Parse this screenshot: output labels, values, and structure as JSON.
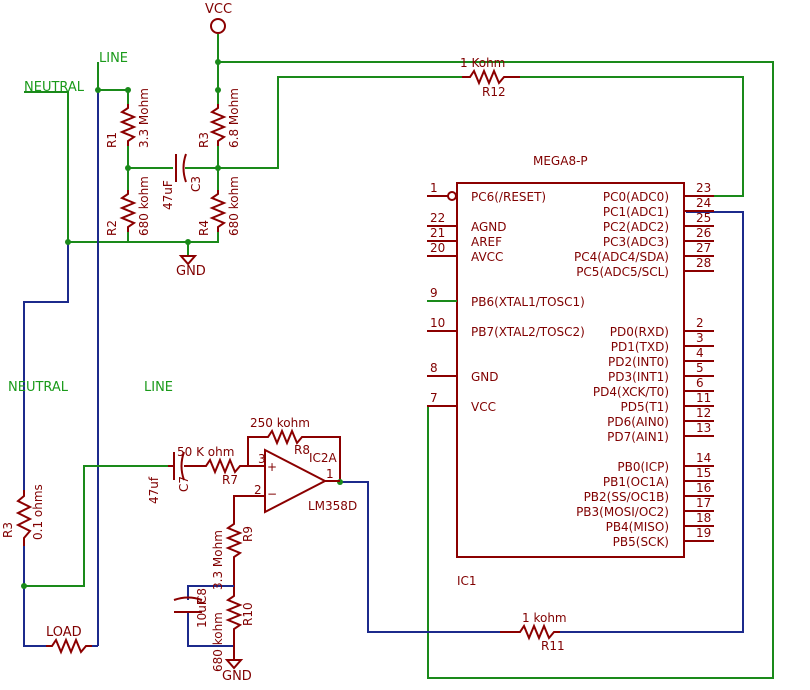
{
  "supply": {
    "vcc": "VCC",
    "gnd": "GND"
  },
  "mains_labels": {
    "line_top": "LINE",
    "neutral_top": "NEUTRAL",
    "neutral_bottom": "NEUTRAL",
    "line_bottom": "LINE",
    "load": "LOAD"
  },
  "resistors": {
    "r1": {
      "ref": "R1",
      "value": "3.3 Mohm"
    },
    "r2": {
      "ref": "R2",
      "value": "680 kohm"
    },
    "r3a": {
      "ref": "R3",
      "value": "6.8 Mohm"
    },
    "r4": {
      "ref": "R4",
      "value": "680 kohm"
    },
    "r3b": {
      "ref": "R3",
      "value": "0.1 ohms"
    },
    "r12": {
      "ref": "R12",
      "value": "1 Kohm"
    },
    "r11": {
      "ref": "R11",
      "value": "1 kohm"
    },
    "r7": {
      "ref": "R7",
      "value": "50 K ohm"
    },
    "r8": {
      "ref": "R8",
      "value": "250 kohm"
    },
    "r9": {
      "ref": "R9",
      "value": "3.3 Mohm"
    },
    "r10": {
      "ref": "R10",
      "value": "680 kohm"
    }
  },
  "capacitors": {
    "c3": {
      "ref": "C3",
      "value": "47uF"
    },
    "c7": {
      "ref": "C7",
      "value": "47uf"
    },
    "c8": {
      "ref": "C8",
      "value": "10uF"
    }
  },
  "opamp": {
    "ref": "IC2A",
    "part": "LM358D",
    "pins": {
      "in_plus": "3",
      "in_minus": "2",
      "out": "1"
    },
    "plus": "+",
    "minus": "−"
  },
  "mcu": {
    "part": "MEGA8-P",
    "ref": "IC1",
    "left_pins": [
      {
        "num": "1",
        "name": "PC6(/RESET)"
      },
      {
        "num": "22",
        "name": "AGND"
      },
      {
        "num": "21",
        "name": "AREF"
      },
      {
        "num": "20",
        "name": "AVCC"
      },
      {
        "num": "9",
        "name": "PB6(XTAL1/TOSC1)"
      },
      {
        "num": "10",
        "name": "PB7(XTAL2/TOSC2)"
      },
      {
        "num": "8",
        "name": "GND"
      },
      {
        "num": "7",
        "name": "VCC"
      }
    ],
    "right_pins": [
      {
        "num": "23",
        "name": "PC0(ADC0)"
      },
      {
        "num": "24",
        "name": "PC1(ADC1)"
      },
      {
        "num": "25",
        "name": "PC2(ADC2)"
      },
      {
        "num": "26",
        "name": "PC3(ADC3)"
      },
      {
        "num": "27",
        "name": "PC4(ADC4/SDA)"
      },
      {
        "num": "28",
        "name": "PC5(ADC5/SCL)"
      },
      {
        "num": "2",
        "name": "PD0(RXD)"
      },
      {
        "num": "3",
        "name": "PD1(TXD)"
      },
      {
        "num": "4",
        "name": "PD2(INT0)"
      },
      {
        "num": "5",
        "name": "PD3(INT1)"
      },
      {
        "num": "6",
        "name": "PD4(XCK/T0)"
      },
      {
        "num": "11",
        "name": "PD5(T1)"
      },
      {
        "num": "12",
        "name": "PD6(AIN0)"
      },
      {
        "num": "13",
        "name": "PD7(AIN1)"
      },
      {
        "num": "14",
        "name": "PB0(ICP)"
      },
      {
        "num": "15",
        "name": "PB1(OC1A)"
      },
      {
        "num": "16",
        "name": "PB2(SS/OC1B)"
      },
      {
        "num": "17",
        "name": "PB3(MOSI/OC2)"
      },
      {
        "num": "18",
        "name": "PB4(MISO)"
      },
      {
        "num": "19",
        "name": "PB5(SCK)"
      }
    ]
  }
}
